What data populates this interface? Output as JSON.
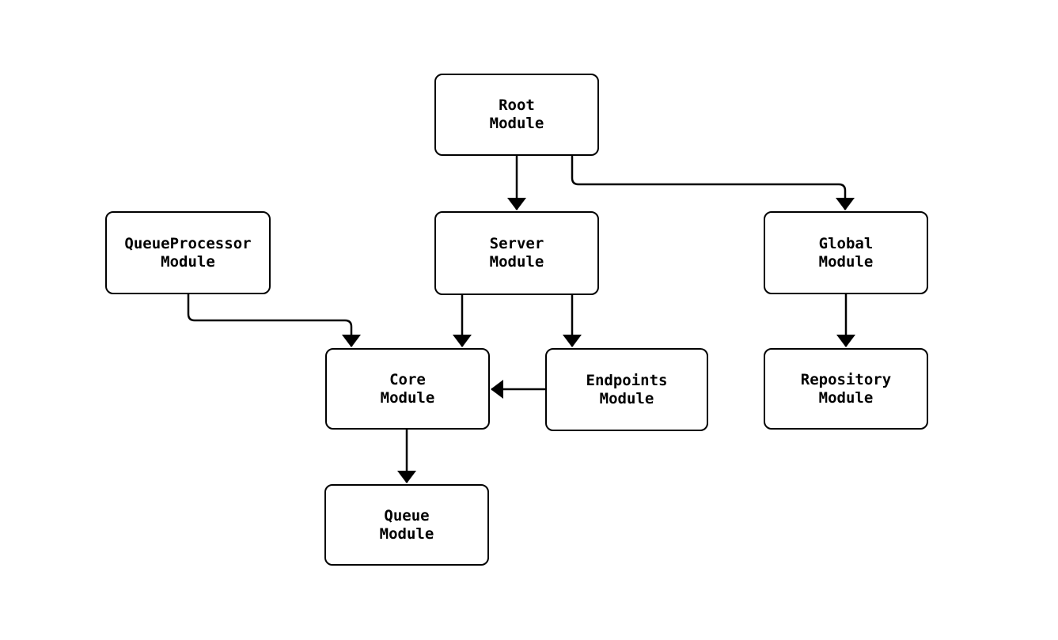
{
  "diagram": {
    "background_color": "#ffffff",
    "node_fill_color": "#ffffff",
    "stroke_color": "#000000",
    "nodes": [
      {
        "id": "root",
        "label": "Root\nModule"
      },
      {
        "id": "queueprocessor",
        "label": "QueueProcessor\nModule"
      },
      {
        "id": "server",
        "label": "Server\nModule"
      },
      {
        "id": "global",
        "label": "Global\nModule"
      },
      {
        "id": "core",
        "label": "Core\nModule"
      },
      {
        "id": "endpoints",
        "label": "Endpoints\nModule"
      },
      {
        "id": "repository",
        "label": "Repository\nModule"
      },
      {
        "id": "queue",
        "label": "Queue\nModule"
      }
    ],
    "edges": [
      {
        "from": "Root Module",
        "to": "Server Module"
      },
      {
        "from": "Root Module",
        "to": "Global Module"
      },
      {
        "from": "QueueProcessor Module",
        "to": "Core Module"
      },
      {
        "from": "Server Module",
        "to": "Core Module"
      },
      {
        "from": "Server Module",
        "to": "Endpoints Module"
      },
      {
        "from": "Endpoints Module",
        "to": "Core Module"
      },
      {
        "from": "Global Module",
        "to": "Repository Module"
      },
      {
        "from": "Core Module",
        "to": "Queue Module"
      }
    ]
  }
}
